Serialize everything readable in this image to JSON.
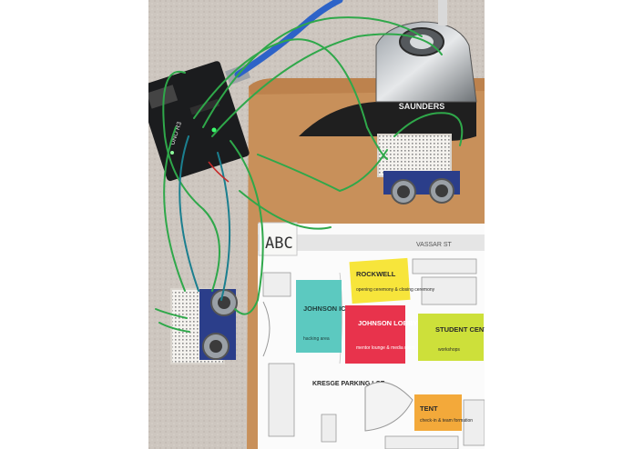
{
  "photo": {
    "sticky_note": "ABC",
    "clip_brand": "SAUNDERS",
    "board_label": "UNO R3",
    "map": {
      "street": "VASSAR ST",
      "zones": [
        {
          "id": "rockwell",
          "title": "ROCKWELL",
          "subtitle": "opening ceremony & closing ceremony",
          "color": "#f7e53b"
        },
        {
          "id": "johnson-ice-rink",
          "title": "JOHNSON ICE RINK",
          "subtitle": "hacking area",
          "color": "#5cc9c0"
        },
        {
          "id": "johnson-lobby",
          "title": "JOHNSON LOBBY",
          "subtitle": "mentor lounge & media room",
          "color": "#e8334c"
        },
        {
          "id": "student-center",
          "title": "STUDENT CENTER",
          "subtitle": "workshops",
          "color": "#cde03a"
        },
        {
          "id": "kresge-parking-lot",
          "title": "KRESGE PARKING LOT",
          "subtitle": "",
          "color": "#ffffff"
        },
        {
          "id": "tent",
          "title": "TENT",
          "subtitle": "check-in & team formation",
          "color": "#f3a93a"
        }
      ]
    }
  }
}
